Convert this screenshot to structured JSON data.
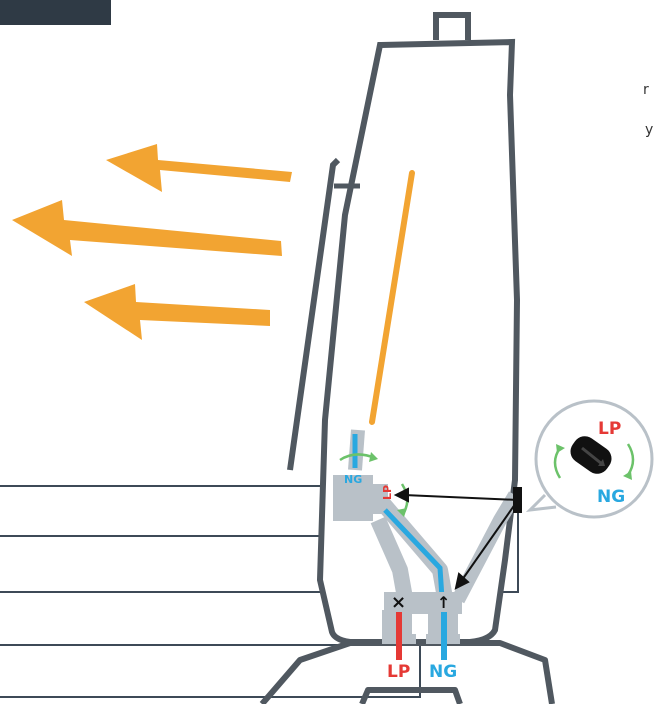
{
  "colors": {
    "header_block": "#2f3a45",
    "outline": "#505860",
    "heat_arrow": "#f2a432",
    "element": "#f2a432",
    "lp_red": "#e53935",
    "ng_blue": "#29a8e0",
    "pipe_gray": "#b9c1c8",
    "rotate_green": "#6cc26a",
    "leader_line": "#3d4a57",
    "callout_circle_fill": "#ffffff",
    "callout_circle_stroke": "#b9c1c8",
    "knob": "#111111"
  },
  "text_fragments": {
    "top_fragment": "r",
    "mid_fragment": "y"
  },
  "labels": {
    "burner_ng": "NG",
    "burner_lp": "LP",
    "callout_lp": "LP",
    "callout_ng": "NG",
    "inlet_lp": "LP",
    "inlet_ng": "NG",
    "valve_closed_mark": "×",
    "valve_open_mark": "↑"
  },
  "icons": {
    "heat_arrows": "left-arrow-icon",
    "rotate_arrows": "rotate-arrows-icon",
    "knob": "selector-knob-icon"
  }
}
